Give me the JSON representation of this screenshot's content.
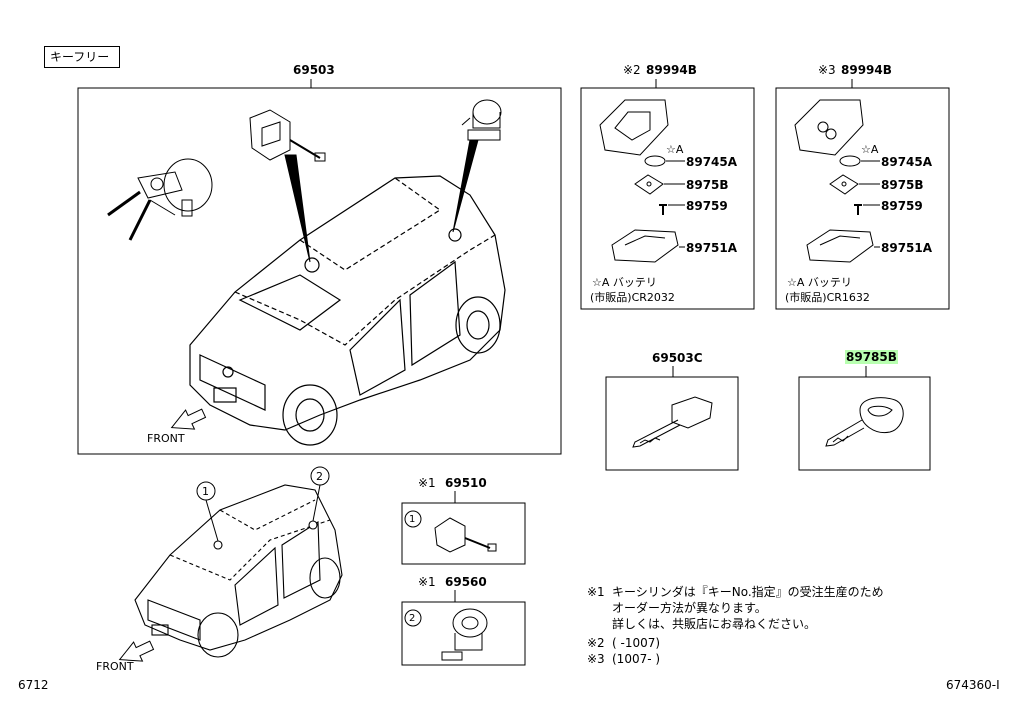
{
  "header": {
    "category_tag": "キーフリー"
  },
  "main_assembly": {
    "part_no": "69503",
    "front_label": "FRONT"
  },
  "remote_variant_2": {
    "mark": "※2",
    "part_no": "89994B",
    "parts": [
      {
        "mark": "☆A",
        "part_no": "89745A"
      },
      {
        "mark": "",
        "part_no": "8975B"
      },
      {
        "mark": "",
        "part_no": "89759"
      },
      {
        "mark": "",
        "part_no": "89751A"
      }
    ],
    "note_line1": "☆A バッテリ",
    "note_line2": "(市販品)CR2032"
  },
  "remote_variant_3": {
    "mark": "※3",
    "part_no": "89994B",
    "parts": [
      {
        "mark": "☆A",
        "part_no": "89745A"
      },
      {
        "mark": "",
        "part_no": "8975B"
      },
      {
        "mark": "",
        "part_no": "89759"
      },
      {
        "mark": "",
        "part_no": "89751A"
      }
    ],
    "note_line1": "☆A バッテリ",
    "note_line2": "(市販品)CR1632"
  },
  "keys": [
    {
      "part_no": "69503C",
      "highlighted": false
    },
    {
      "part_no": "89785B",
      "highlighted": true
    }
  ],
  "location_view": {
    "callout_1": "1",
    "callout_2": "2",
    "front_label": "FRONT"
  },
  "cylinders": [
    {
      "mark": "※1",
      "part_no": "69510",
      "callout": "1"
    },
    {
      "mark": "※1",
      "part_no": "69560",
      "callout": "2"
    }
  ],
  "notes": [
    {
      "mark": "※1",
      "text": "キーシリンダは『キーNo.指定』の受注生産のため"
    },
    {
      "mark": "",
      "text": "オーダー方法が異なります。"
    },
    {
      "mark": "",
      "text": "詳しくは、共販店にお尋ねください。"
    },
    {
      "mark": "※2",
      "text": "(      -1007)"
    },
    {
      "mark": "※3",
      "text": "(1007-      )"
    }
  ],
  "footer": {
    "left_code": "6712",
    "right_code": "674360-I"
  },
  "colors": {
    "highlight": "#b8ffb0",
    "line": "#000000"
  }
}
